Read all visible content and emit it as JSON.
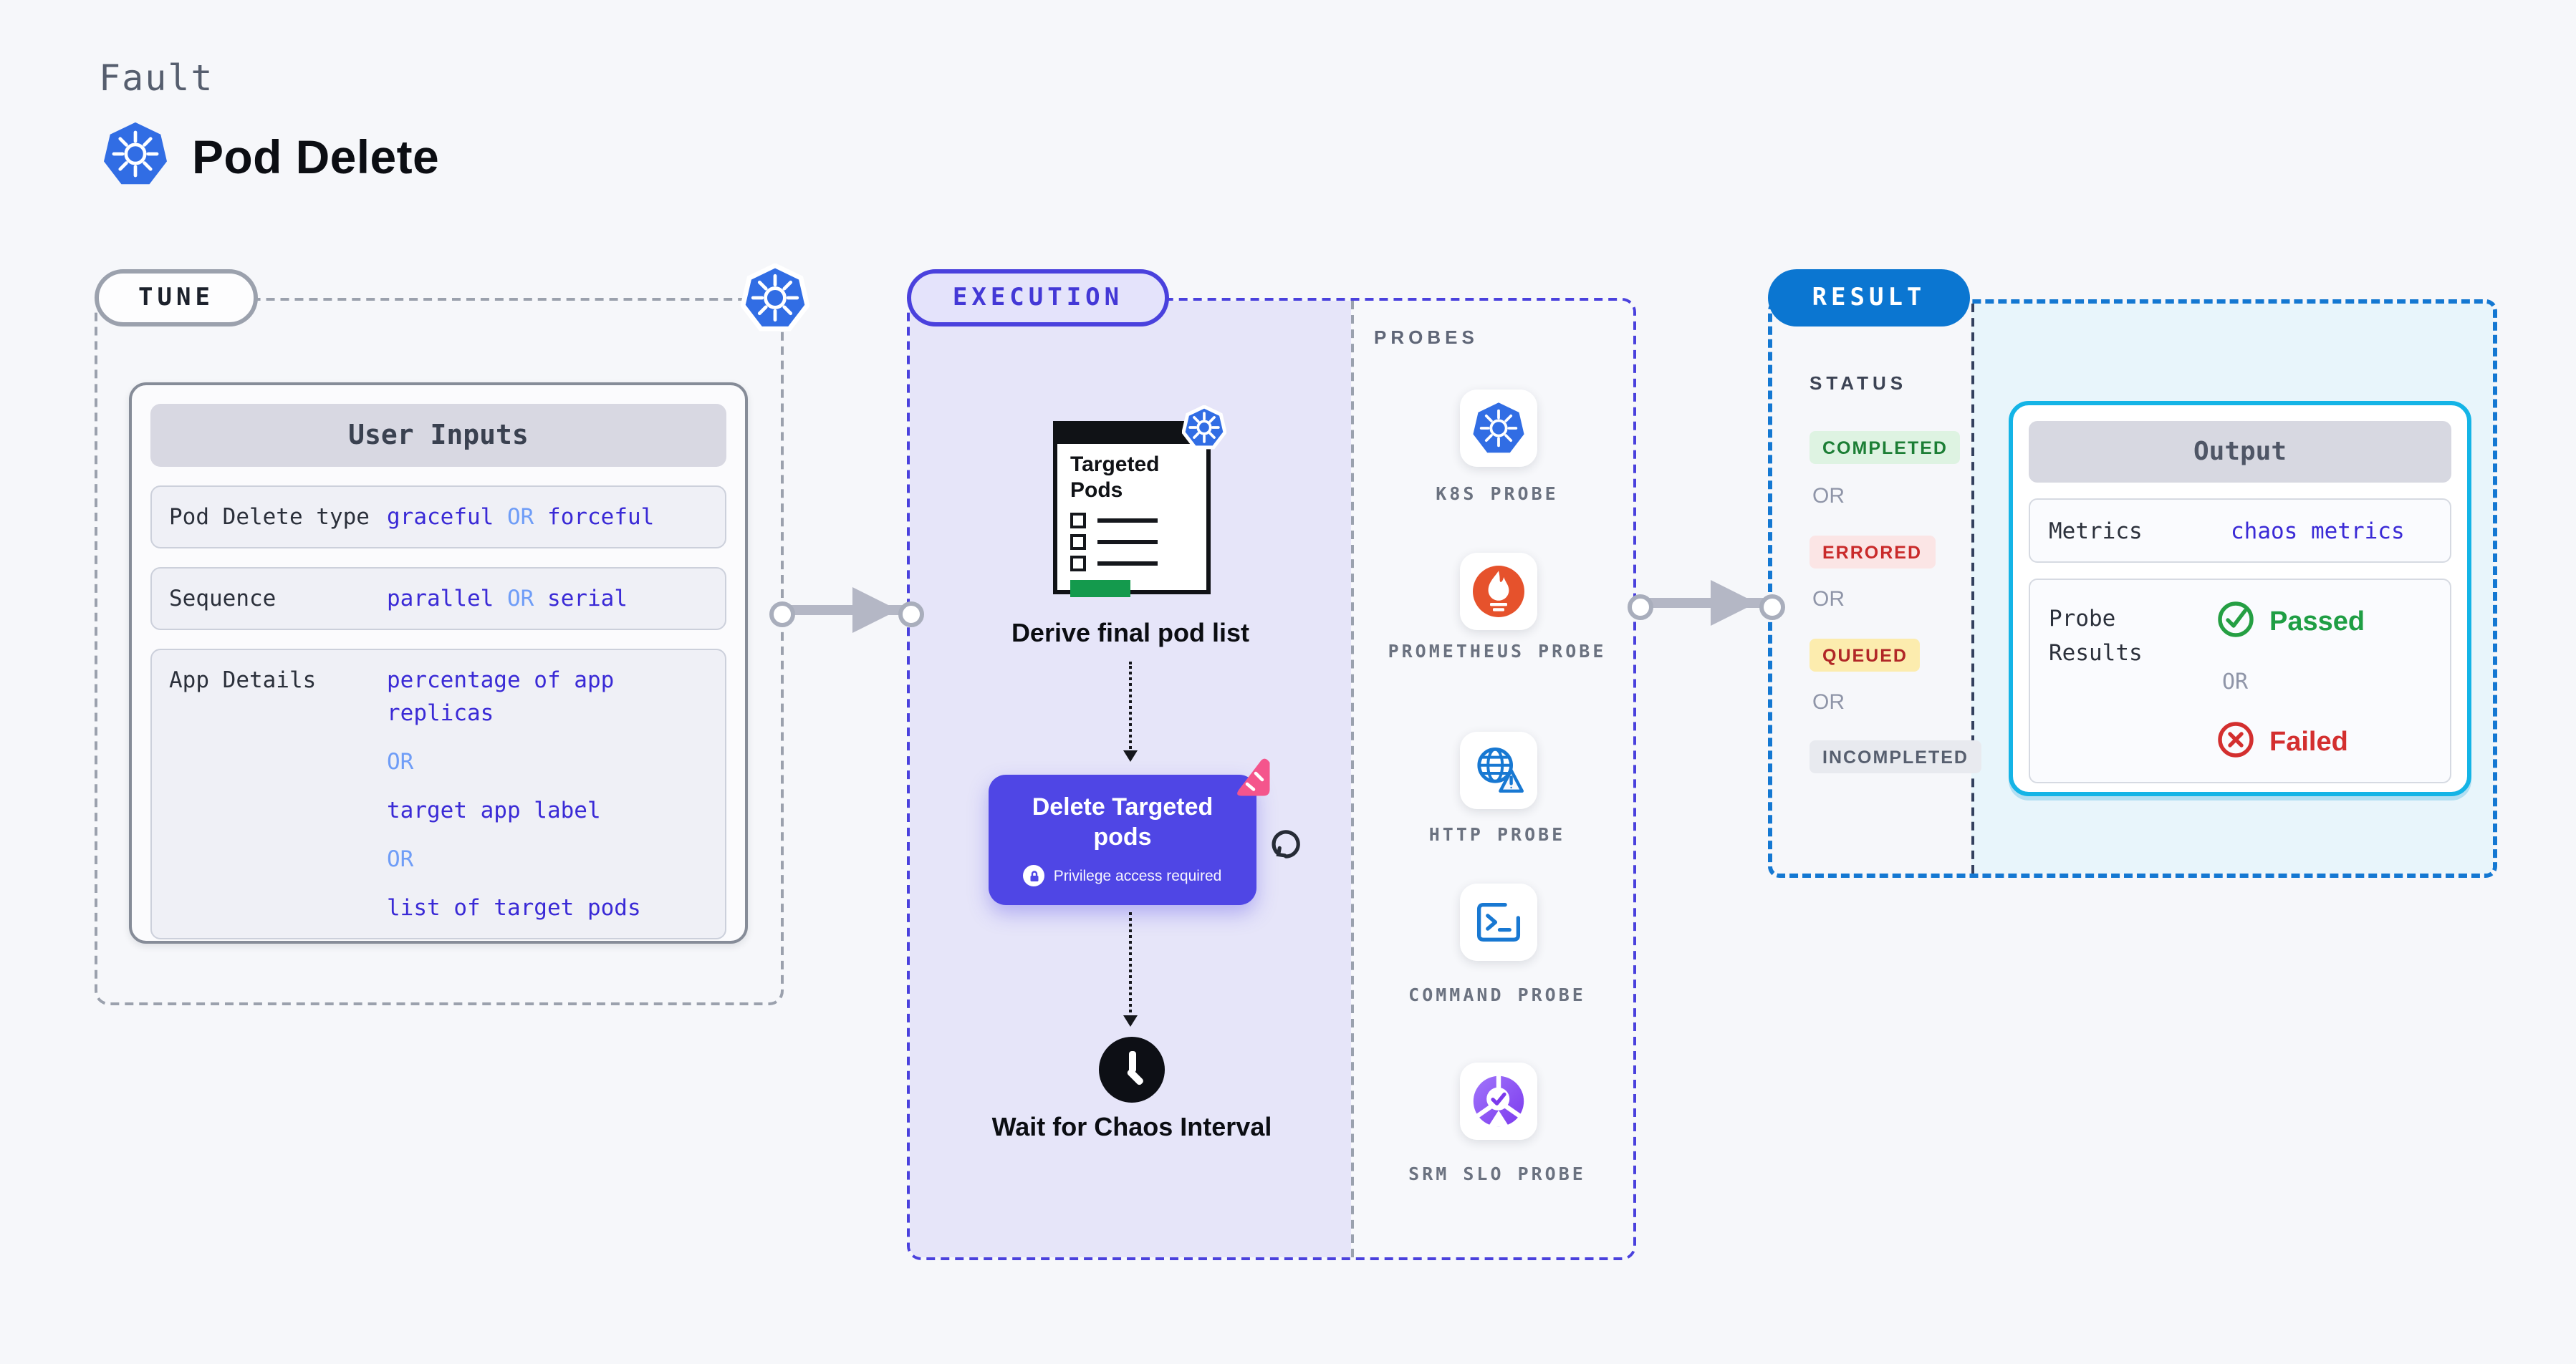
{
  "header": {
    "fault_label": "Fault",
    "title": "Pod Delete"
  },
  "tune": {
    "pill": "TUNE",
    "user_inputs": {
      "header": "User Inputs",
      "rows": [
        {
          "label": "Pod Delete type",
          "parts": [
            "graceful",
            "OR",
            "forceful"
          ]
        },
        {
          "label": "Sequence",
          "parts": [
            "parallel",
            "OR",
            "serial"
          ]
        },
        {
          "label": "App Details",
          "parts": [
            "percentage of app replicas",
            "OR",
            "target app label",
            "OR",
            "list of target pods"
          ]
        }
      ]
    }
  },
  "execution": {
    "pill": "EXECUTION",
    "steps": {
      "targeted_pods": "Targeted Pods",
      "derive": "Derive final pod list",
      "delete_button": {
        "label": "Delete Targeted pods",
        "note": "Privilege access required"
      },
      "wait": "Wait for Chaos Interval"
    },
    "probes": {
      "label": "PROBES",
      "items": [
        "K8S PROBE",
        "PROMETHEUS PROBE",
        "HTTP PROBE",
        "COMMAND PROBE",
        "SRM SLO PROBE"
      ]
    }
  },
  "result": {
    "pill": "RESULT",
    "status": {
      "label": "STATUS",
      "or": "OR",
      "badges": [
        "COMPLETED",
        "ERRORED",
        "QUEUED",
        "INCOMPLETED"
      ]
    },
    "output": {
      "header": "Output",
      "metrics_label": "Metrics",
      "metrics_value": "chaos metrics",
      "probe_results_label": "Probe Results",
      "passed": "Passed",
      "or": "OR",
      "failed": "Failed"
    }
  },
  "colors": {
    "accent_indigo": "#4f46e5",
    "kubernetes_blue": "#316de4",
    "result_blue": "#0b76d1",
    "output_cyan": "#14b4e6",
    "completed_green": "#1c7e35",
    "errored_red": "#c92a2a",
    "queued_yellow_bg": "#fcecae",
    "passed_green": "#1f9e44",
    "failed_red": "#d32f2f",
    "prometheus_orange": "#e6522c"
  }
}
